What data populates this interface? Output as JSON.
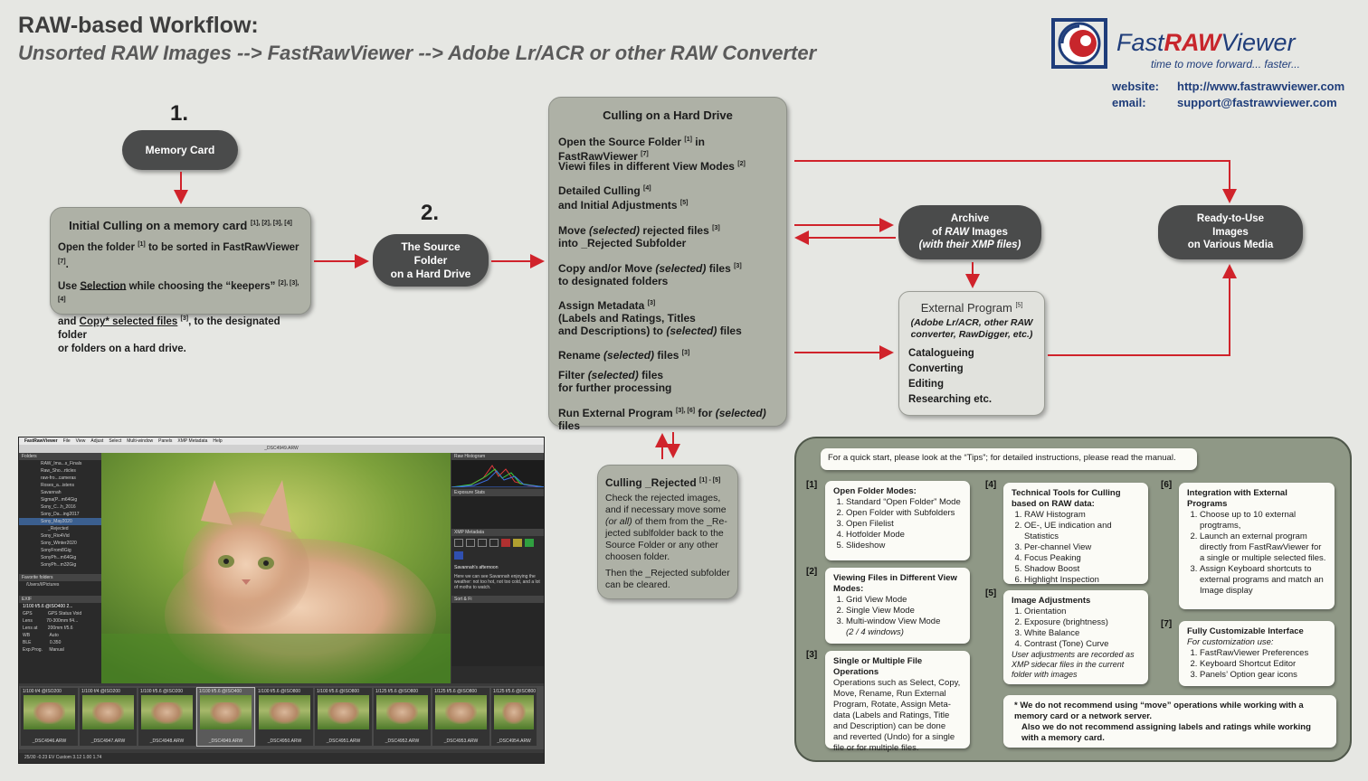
{
  "header": {
    "title": "RAW-based Workflow:",
    "subtitle": "Unsorted RAW Images --> FastRawViewer --> Adobe Lr/ACR or other RAW Converter"
  },
  "logo": {
    "brand_fast": "Fast",
    "brand_raw": "RAW",
    "brand_viewer": "Viewer",
    "tagline": "time to move forward... faster...",
    "website_label": "website:",
    "website": "http://www.fastrawviewer.com",
    "email_label": "email:",
    "email": "support@fastrawviewer.com"
  },
  "steps": {
    "one": "1.",
    "two": "2."
  },
  "memory_card": "Memory Card",
  "initial_culling": {
    "title": "Initial Culling on a memory card",
    "title_refs": "[1], [2], [3], [4]",
    "line1": "Open the folder",
    "line1_ref": "[1]",
    "line1b": "to be sorted in FastRawViewer",
    "line1b_ref": "[7]",
    "line2a": "Use",
    "line2_sel": "Selection",
    "line2b": "while choosing the “keepers”",
    "line2_ref": "[2], [3], [4]",
    "line3a": "and",
    "line3_copy": "Copy* selected files",
    "line3_ref": "[3]",
    "line3b": ", to the designated folder",
    "line4": "or folders on a hard drive."
  },
  "source_folder": {
    "l1": "The Source",
    "l2": "Folder",
    "l3": "on a Hard Drive"
  },
  "hard_drive": {
    "title": "Culling on a Hard Drive",
    "i1": "Open the Source Folder",
    "i1_ref": "[1]",
    "i1b": "in FastRawViewer",
    "i1b_ref": "[7]",
    "i2": "Viewi files in different View Modes",
    "i2_ref": "[2]",
    "i3a": "Detailed Culling",
    "i3a_ref": "[4]",
    "i3b": "and Initial Adjustments",
    "i3b_ref": "[5]",
    "i4a": "Move",
    "i4a_it": "(selected)",
    "i4a_end": "rejected files",
    "i4a_ref": "[3]",
    "i4b": "into _Rejected Subfolder",
    "i5a": "Copy and/or  Move",
    "i5a_it": "(selected)",
    "i5a_end": "files",
    "i5a_ref": "[3]",
    "i5b": "to designated folders",
    "i6a": "Assign Metadata",
    "i6a_ref": "[3]",
    "i6b": "(Labels and Ratings, Titles",
    "i6c": "and Descriptions) to",
    "i6c_it": "(selected)",
    "i6c_end": "files",
    "i7a": "Rename",
    "i7a_it": "(selected)",
    "i7a_end": "files",
    "i7a_ref": "[3]",
    "i8a": "Filter",
    "i8a_it": "(selected)",
    "i8a_end": "files",
    "i8b": "for further processing",
    "i9a": "Run External Program",
    "i9a_ref": "[3], [6]",
    "i9a_mid": "for",
    "i9a_it": "(selected)",
    "i9a_end": "files"
  },
  "culling_rejected": {
    "title": "Culling _Rejected",
    "title_ref": "[1] - [5]",
    "p1": "Check the rejected images, and if necessary move some",
    "p1_it": "(or all)",
    "p1b": "of them from the _Re-jected sublfolder back to the Source Folder or any other choosen folder.",
    "p2": "Then the _Rejected subfolder can be cleared."
  },
  "archive": {
    "l1": "Archive",
    "l2a": "of",
    "l2_it": "RAW",
    "l2b": "Images",
    "l3": "(with their XMP files)"
  },
  "ready": {
    "l1": "Ready-to-Use",
    "l2": "Images",
    "l3": "on Various Media"
  },
  "external": {
    "title": "External Program",
    "title_ref": "[5]",
    "sub": "(Adobe Lr/ACR, other RAW converter, RawDigger, etc.)",
    "items": [
      "Catalogueing",
      "Converting",
      "Editing",
      "Researching etc."
    ]
  },
  "app": {
    "menu": [
      "FastRawViewer",
      "File",
      "View",
      "Adjust",
      "Select",
      "Multi-window",
      "Panels",
      "XMP Metadata",
      "Help"
    ],
    "window_title": "_DSC4949.ARW",
    "folders_label": "Folders",
    "folders": [
      "RAW_Ima...s_Finals",
      "Raw_Sho...rticles",
      "raw-fro...cameras",
      "Roses_a...istens",
      "Savannah",
      "Sigma(P...m64Gig",
      "Sony_C...h_2016",
      "Sony_Da...ing2017",
      "Sony_May2020",
      "_Rejected",
      "Sony_Rio4Vid",
      "Sony_Winter2020",
      "SonyFrom8Gig",
      "SonyPh...m64Gig",
      "SonyPh...m32Gig"
    ],
    "favorites_label": "Favorite folders",
    "favorite": "/Users/l/Pictures",
    "exif_label": "EXIF",
    "exif_head": "1/100 f/5.6 @ISO400 2...",
    "exif_rows": [
      [
        "GPS",
        "GPS Status Void"
      ],
      [
        "Lens",
        "70-300mm f/4..."
      ],
      [
        "Lens at",
        "200mm f/5.6"
      ],
      [
        "WB",
        "Auto"
      ],
      [
        "BLE",
        "0.350"
      ],
      [
        "Exp.Prog.",
        "Manual"
      ]
    ],
    "histogram_label": "Raw Histogram",
    "exposure_label": "Exposure Stats",
    "xmp_label": "XMP Metadata",
    "title_meta": "Savannah's afternoon",
    "desc_meta": "Here we can see Savannah enjoying the weather: not too hot, not too cold, and a lot of moths to watch.",
    "sort_label": "Sort & Fi",
    "thumbs": [
      {
        "cap": "1/100 f/4  @ISO200",
        "fn": "_DSC4946.ARW"
      },
      {
        "cap": "1/100 f/4  @ISO200",
        "fn": "_DSC4947.ARW"
      },
      {
        "cap": "1/100 f/5.6  @ISO200",
        "fn": "_DSC4948.ARW"
      },
      {
        "cap": "1/100 f/5.6  @ISO400",
        "fn": "_DSC4949.ARW"
      },
      {
        "cap": "1/100 f/5.6  @ISO800",
        "fn": "_DSC4950.ARW"
      },
      {
        "cap": "1/100 f/5.6  @ISO800",
        "fn": "_DSC4951.ARW"
      },
      {
        "cap": "1/125 f/5.6  @ISO800",
        "fn": "_DSC4952.ARW"
      },
      {
        "cap": "1/125 f/5.6  @ISO800",
        "fn": "_DSC4953.ARW"
      },
      {
        "cap": "1/125 f/5.6  @ISO800",
        "fn": "_DSC4954.ARW"
      }
    ],
    "status": "25/30   -0.23 EV   Custom   3.12 1.00 1.74"
  },
  "info": {
    "quick": "For a quick start, please look at the “Tips”;  for detailed instructions, please read the manual.",
    "n1": {
      "ref": "[1]",
      "title": "Open Folder Modes:",
      "items": [
        "Standard “Open Folder” Mode",
        "Open Folder with Subfolders",
        "Open Filelist",
        "Hotfolder Mode",
        "Slideshow"
      ]
    },
    "n2": {
      "ref": "[2]",
      "title": "Viewing Files in Different View Modes:",
      "items": [
        "Grid View Mode",
        "Single View Mode",
        "Multi-window View Mode"
      ],
      "tail": "(2 / 4 windows)"
    },
    "n3": {
      "ref": "[3]",
      "title": "Single or Multiple File Operations",
      "body": "Operations such as Select, Copy, Move, Rename, Run External Program, Rotate, Assign Meta-data (Labels and Ratings, Title and Description) can be done and reverted (Undo) for a single file or for multiple files."
    },
    "n4": {
      "ref": "[4]",
      "title": "Technical Tools for Culling based on RAW data:",
      "items": [
        "RAW Histogram",
        "OE-, UE indication and Statistics",
        "Per-channel View",
        "Focus Peaking",
        "Shadow Boost",
        "Highlight Inspection"
      ]
    },
    "n5": {
      "ref": "[5]",
      "title": "Image Adjustments",
      "items": [
        "Orientation",
        "Exposure (brightness)",
        "White Balance",
        "Contrast (Tone) Curve"
      ],
      "tail": "User adjustments are recorded as XMP sidecar files in the current folder with images"
    },
    "n6": {
      "ref": "[6]",
      "title": "Integration with External Programs",
      "items": [
        "Choose up to 10 external progtrams,",
        "Launch an external program directly from FastRawViewer for a single or multiple selected files.",
        "Assign Keyboard shortcuts to external programs and match an Image display"
      ]
    },
    "n7": {
      "ref": "[7]",
      "title": "Fully Customizable Interface",
      "sub": "For customization use:",
      "items": [
        "FastRawViewer Preferences",
        "Keyboard Shortcut Editor",
        "Panels’ Option gear icons"
      ]
    },
    "warn1": "* We do not recommend using “move” operations while working with a memory card or a network server.",
    "warn2": "Also we do not recommend assigning labels and ratings while working with a memory card."
  },
  "colors": {
    "arrow": "#d0232b",
    "dark_pill": "#4a4b4b",
    "grey_box": "#aeb1a6",
    "info_bg": "#8f9886",
    "link": "#1f3d7a"
  }
}
